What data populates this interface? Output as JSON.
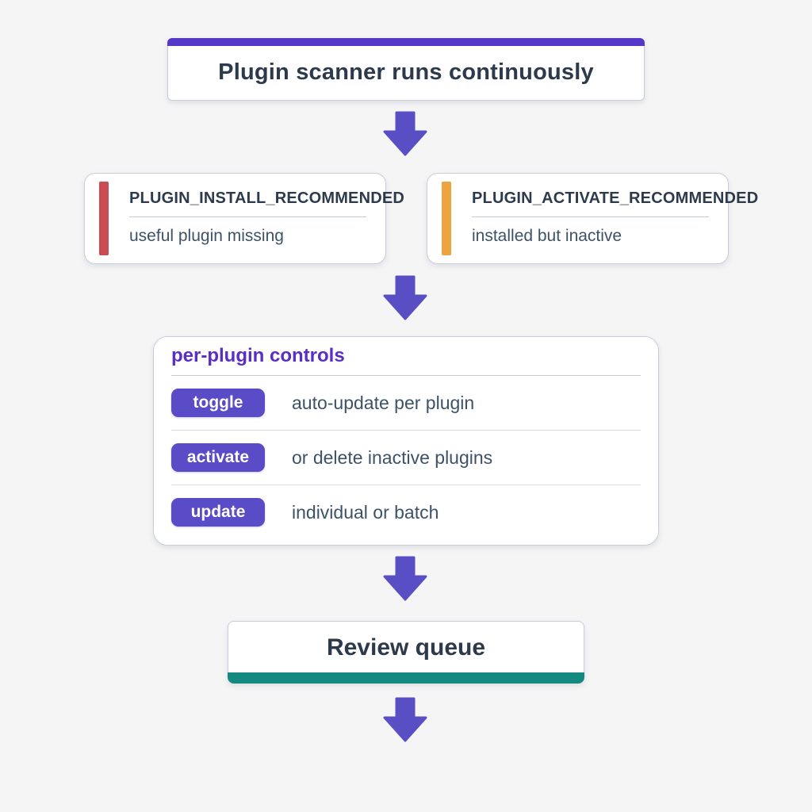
{
  "diagram": {
    "top_node": {
      "title": "Plugin scanner runs continuously"
    },
    "alerts": [
      {
        "code": "PLUGIN_INSTALL_RECOMMENDED",
        "description": "useful plugin missing",
        "accent_color": "#cb4b52"
      },
      {
        "code": "PLUGIN_ACTIVATE_RECOMMENDED",
        "description": "installed but inactive",
        "accent_color": "#eba43f"
      }
    ],
    "controls_panel": {
      "title": "per-plugin controls",
      "rows": [
        {
          "button_label": "toggle",
          "description": "auto-update per plugin"
        },
        {
          "button_label": "activate",
          "description": "or delete inactive plugins"
        },
        {
          "button_label": "update",
          "description": "individual or batch"
        }
      ]
    },
    "bottom_node": {
      "title": "Review queue"
    },
    "icons": {
      "flow_arrow": "arrow-down-icon"
    },
    "colors": {
      "background": "#f5f5f6",
      "top_accent": "#5638c8",
      "arrow": "#5a4ec5",
      "button": "#5a4bc6",
      "panel_title": "#5a2dc3",
      "install_accent": "#cb4b52",
      "activate_accent": "#eba43f",
      "review_accent": "#14897f",
      "heading_text": "#2d3a4c",
      "body_text": "#3d5268"
    }
  }
}
